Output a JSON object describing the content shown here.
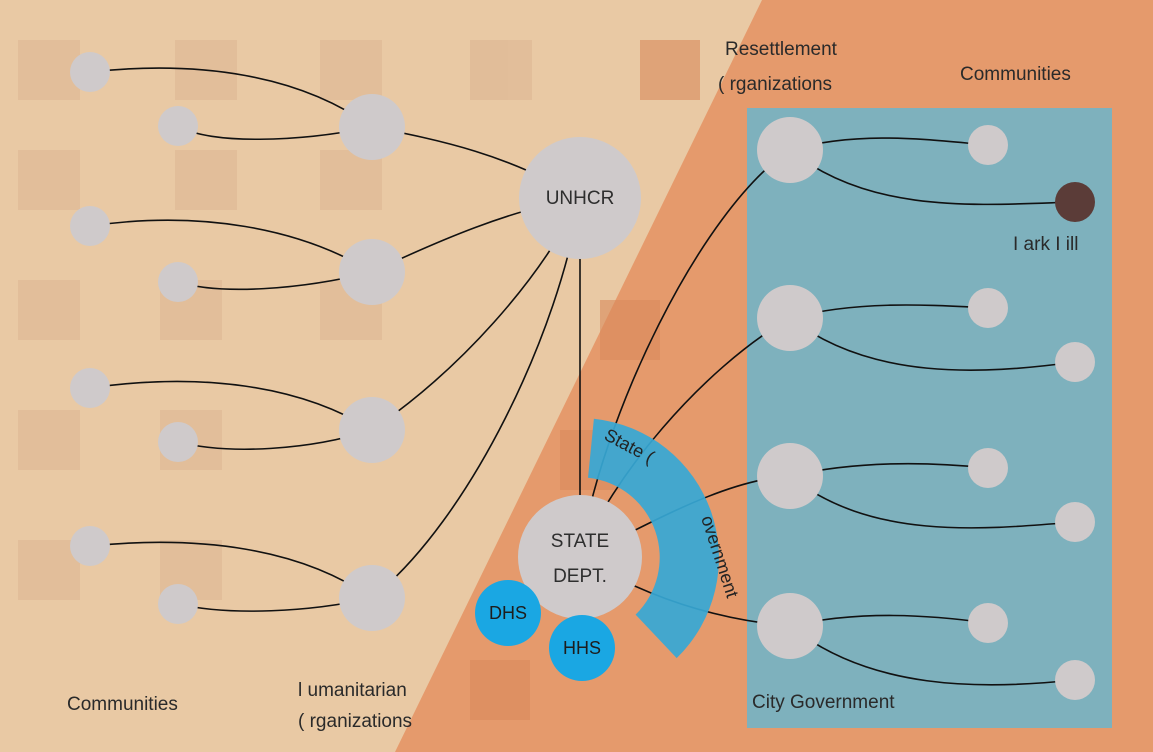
{
  "labels": {
    "left_communities": "Communities",
    "humanitarian_line1": "l umanitarian",
    "humanitarian_line2": "( rganizations",
    "resettlement_line1": "Resettlement",
    "resettlement_line2": "( rganizations",
    "right_communities": "Communities",
    "park_hill": "I ark I ill",
    "city_government": "City Government"
  },
  "nodes": {
    "unhcr": "UNHCR",
    "state_dept_line1": "STATE",
    "state_dept_line2": "DEPT.",
    "dhs": "DHS",
    "hhs": "HHS"
  },
  "state_government_line1": "State (",
  "state_government_line2": "overnment",
  "colors": {
    "background_light": "#e9c9a4",
    "background_orange": "#e59a6c",
    "city_panel": "#6fb4c8",
    "node_gray": "#cfcacb",
    "park_hill_node": "#5b3c38",
    "agency_blue": "#1aa7e3",
    "state_band": "#36a8d6",
    "edge": "#111111"
  }
}
